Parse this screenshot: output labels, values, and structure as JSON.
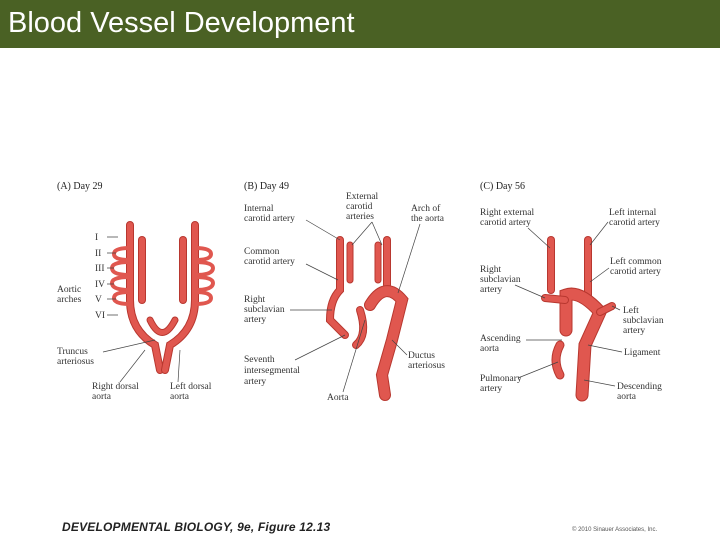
{
  "title": "Blood Vessel Development",
  "panels": {
    "a": {
      "caption": "(A)  Day 29",
      "labels": {
        "aortic_arches": [
          "Aortic",
          "arches"
        ],
        "roman": [
          "I",
          "II",
          "III",
          "IV",
          "V",
          "VI"
        ],
        "truncus": [
          "Truncus",
          "arteriosus"
        ],
        "right_dorsal": [
          "Right dorsal",
          "aorta"
        ],
        "left_dorsal": [
          "Left dorsal",
          "aorta"
        ]
      }
    },
    "b": {
      "caption": "(B)  Day 49",
      "labels": {
        "external_carotid": [
          "External",
          "carotid",
          "arteries"
        ],
        "internal_carotid": [
          "Internal",
          "carotid artery"
        ],
        "arch_aorta": [
          "Arch of",
          "the aorta"
        ],
        "common_carotid": [
          "Common",
          "carotid artery"
        ],
        "right_subclavian": [
          "Right",
          "subclavian",
          "artery"
        ],
        "seventh": [
          "Seventh",
          "intersegmental",
          "artery"
        ],
        "ductus": [
          "Ductus",
          "arteriosus"
        ],
        "aorta": "Aorta"
      }
    },
    "c": {
      "caption": "(C)  Day 56",
      "labels": {
        "right_external": [
          "Right external",
          "carotid artery"
        ],
        "left_internal": [
          "Left internal",
          "carotid artery"
        ],
        "right_subclavian": [
          "Right",
          "subclavian",
          "artery"
        ],
        "left_common": [
          "Left common",
          "carotid artery"
        ],
        "left_subclavian": [
          "Left",
          "subclavian",
          "artery"
        ],
        "ascending": [
          "Ascending",
          "aorta"
        ],
        "ligament": "Ligament",
        "pulmonary": [
          "Pulmonary",
          "artery"
        ],
        "descending": [
          "Descending",
          "aorta"
        ]
      }
    }
  },
  "footer": {
    "source": "DEVELOPMENTAL BIOLOGY, 9e, Figure 12.13",
    "copyright": "© 2010 Sinauer Associates, Inc."
  },
  "colors": {
    "title_bar": "#4a6124",
    "vessel": "#e0574f",
    "vessel_outline": "#b8372f"
  }
}
